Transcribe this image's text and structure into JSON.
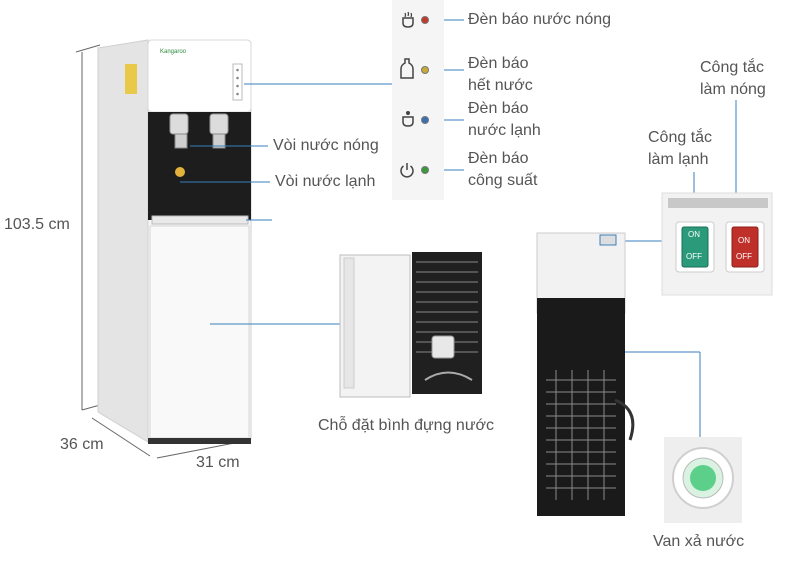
{
  "dimensions": {
    "height": "103.5 cm",
    "depth": "36 cm",
    "width": "31 cm"
  },
  "panel_labels": {
    "hot_indicator": "Đèn báo nước nóng",
    "empty_line1": "Đèn báo",
    "empty_line2": "hết nước",
    "cold_line1": "Đèn báo",
    "cold_line2": "nước lạnh",
    "power_line1": "Đèn báo",
    "power_line2": "công suất"
  },
  "faucet_labels": {
    "hot": "Vòi nước nóng",
    "cold": "Vòi nước lạnh"
  },
  "switch_labels": {
    "heat_line1": "Công tắc",
    "heat_line2": "làm nóng",
    "cool_line1": "Công tắc",
    "cool_line2": "làm lạnh",
    "on": "ON",
    "off": "OFF"
  },
  "bottle_area_label": "Chỗ đặt bình đựng nước",
  "drain_valve_label": "Van xả nước",
  "brand_text": "Kangaroo",
  "colors": {
    "hot_led": "#c0392b",
    "empty_led": "#c8a93a",
    "cold_led": "#3a6fb0",
    "power_led": "#3a9a3a",
    "cool_switch": "#2a9a7a",
    "heat_switch": "#c0302a",
    "leader_line": "#3a7fc0"
  },
  "icons": [
    "hot-cup-icon",
    "bottle-icon",
    "cold-cup-icon",
    "power-icon"
  ]
}
